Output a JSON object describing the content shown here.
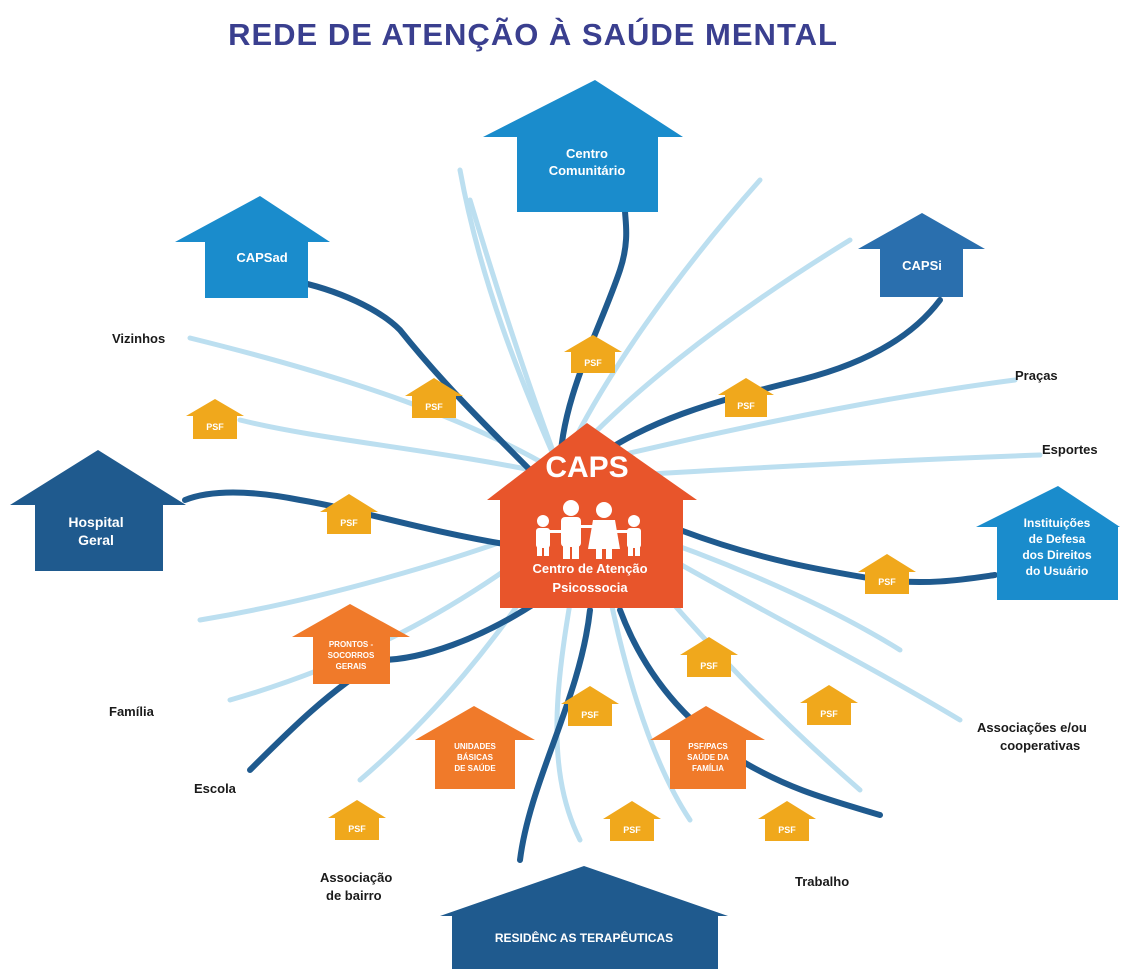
{
  "title": "REDE DE ATENÇÃO À SAÚDE MENTAL",
  "colors": {
    "title": "#3a3f8f",
    "caps_orange": "#e8552b",
    "light_blue_house": "#1a8ccc",
    "dark_blue_house": "#1f5a8e",
    "psf_yellow": "#f0a81c",
    "orange_service": "#f07a2a",
    "light_connector": "#bcdff0",
    "dark_connector": "#1f5a8e"
  },
  "center": {
    "title": "CAPS",
    "subtitle_line1": "Centro de Atenção",
    "subtitle_line2": "Psicossocia",
    "icon": "family-icon"
  },
  "houses": {
    "centro_comunitario": [
      "Centro",
      "Comunitário"
    ],
    "capsad": [
      "CAPSad"
    ],
    "capsi": [
      "CAPSi"
    ],
    "hospital_geral": [
      "Hospital",
      "Geral"
    ],
    "instituicoes": [
      "Instituições",
      "de Defesa",
      "dos Direitos",
      "do Usuário"
    ],
    "residencias": [
      "RESIDÊNC AS TERAPÊUTICAS"
    ]
  },
  "services": {
    "prontos_socorros": [
      "PRONTOS -",
      "SOCORROS",
      "GERAIS"
    ],
    "unidades_basicas": [
      "UNIDADES",
      "BÁSICAS",
      "DE SAÚDE"
    ],
    "psf_pacs": [
      "PSF/PACS",
      "SAÚDE DA",
      "FAMÍLIA"
    ]
  },
  "psf_label": "PSF",
  "labels": {
    "vizinhos": "Vizinhos",
    "pracas": "Praças",
    "esportes": "Esportes",
    "familia": "Família",
    "escola": "Escola",
    "associacoes": [
      "Associações e/ou",
      "cooperativas"
    ],
    "associacao_bairro": [
      "Associação",
      "de bairro"
    ],
    "trabalho": "Trabalho"
  }
}
